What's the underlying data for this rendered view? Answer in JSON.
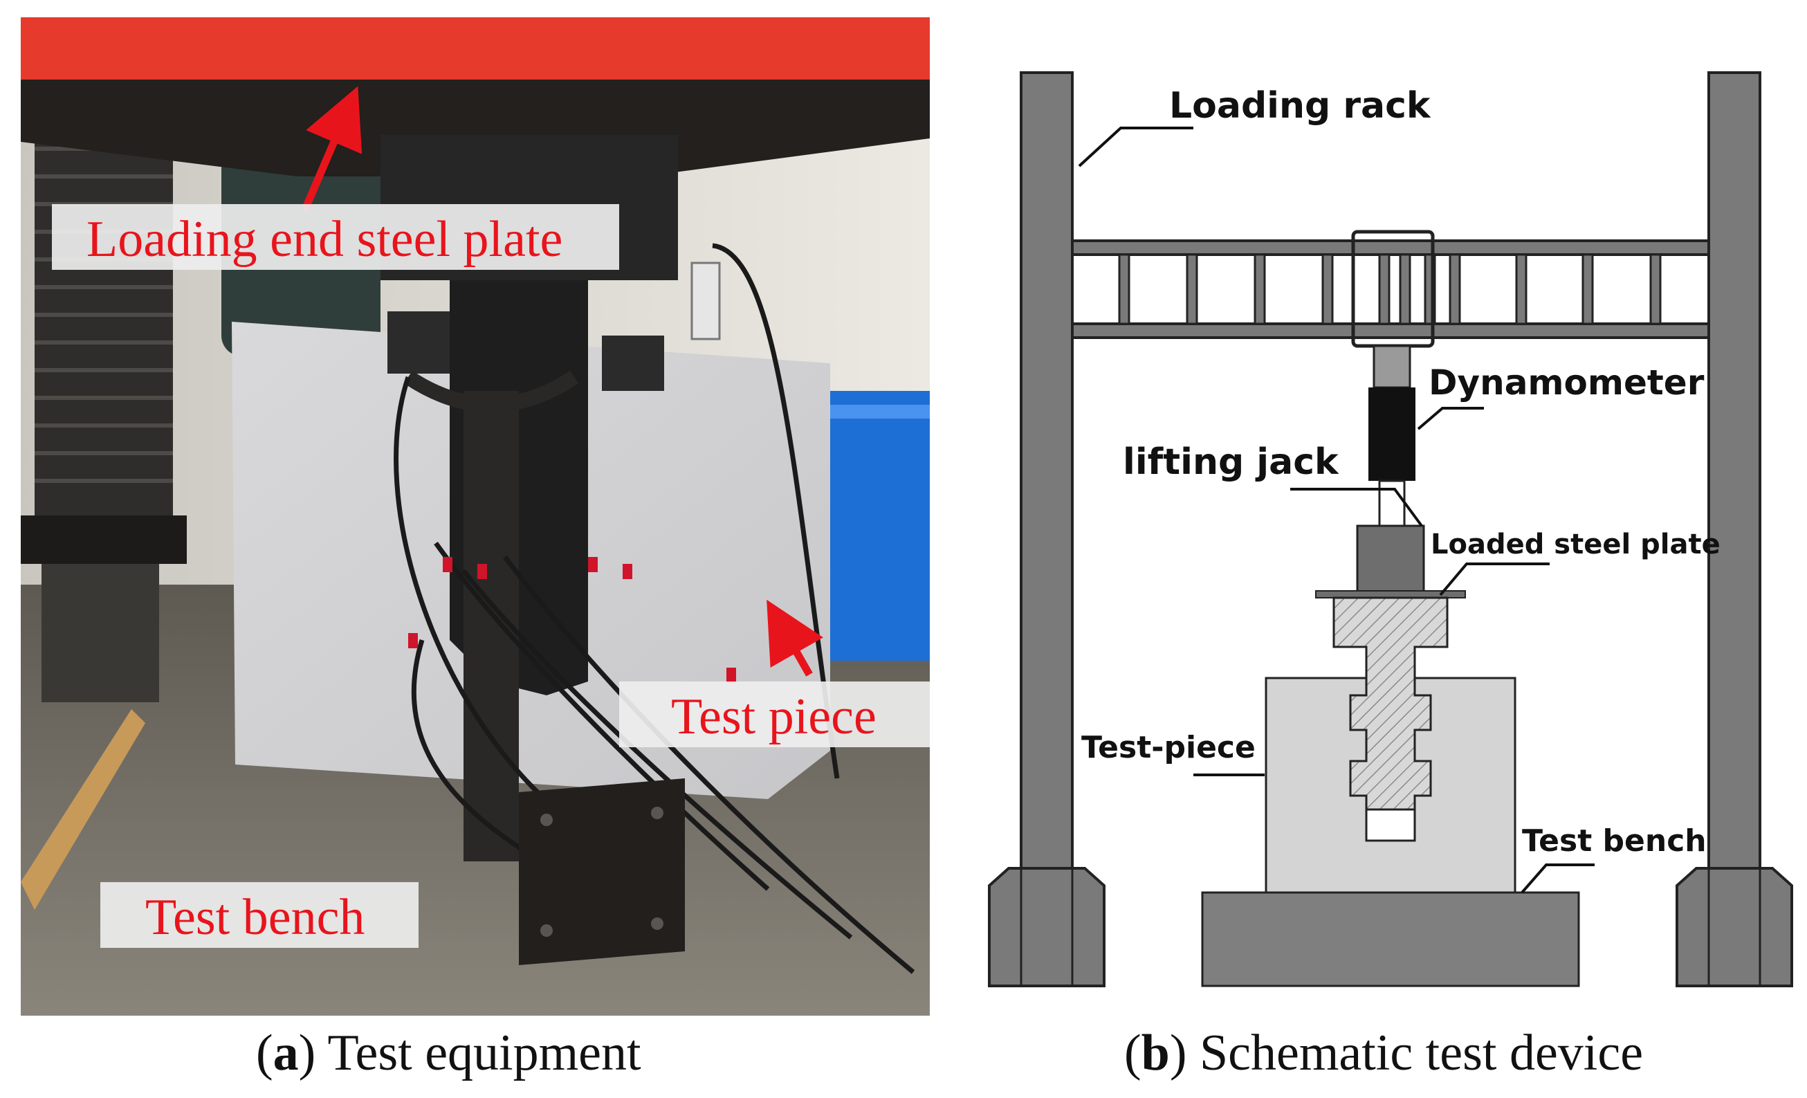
{
  "panel_a": {
    "labels": {
      "loading_end_steel_plate": "Loading end steel plate",
      "test_piece": "Test piece",
      "test_bench": "Test bench"
    },
    "caption": {
      "letter": "a",
      "text": "Test equipment"
    }
  },
  "panel_b": {
    "labels": {
      "loading_rack": "Loading rack",
      "dynamometer": "Dynamometer",
      "lifting_jack": "lifting jack",
      "loaded_steel_plate": "Loaded steel plate",
      "test_piece": "Test-piece",
      "test_bench": "Test bench"
    },
    "caption": {
      "letter": "b",
      "text": "Schematic test device"
    }
  },
  "colors": {
    "frame_gray": "#7a7a7a",
    "label_red": "#e8141c",
    "press_red": "#e53a2c",
    "specimen_gray": "#d4d4d4",
    "bench_gray": "#7f7f7f"
  }
}
